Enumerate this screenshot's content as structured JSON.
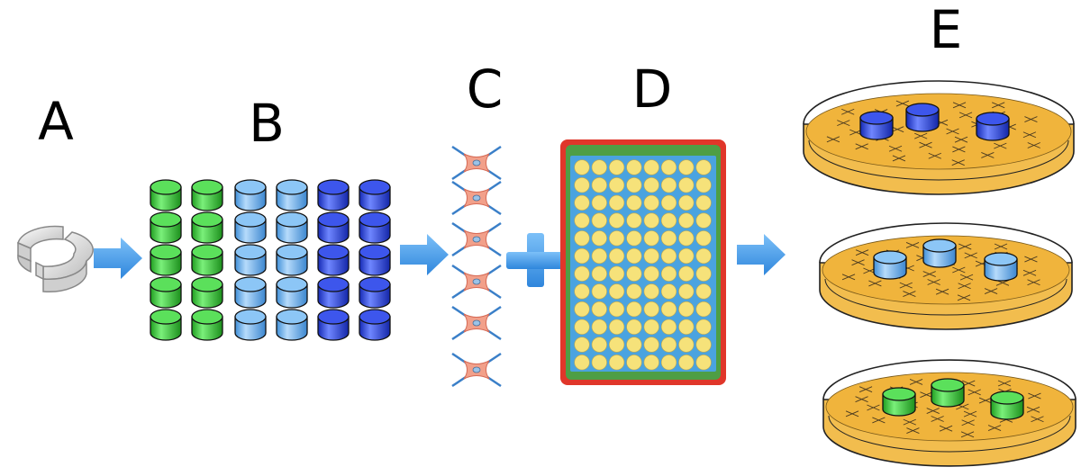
{
  "labels": {
    "a": "A",
    "b": "B",
    "c": "C",
    "d": "D",
    "e": "E"
  },
  "colors": {
    "arrow": "#4aa3f0",
    "disc_green": "#3fd33f",
    "disc_light_blue": "#6fb3ef",
    "disc_dark_blue": "#2741e0",
    "plate_border_red": "#e0362a",
    "plate_green": "#4e9e45",
    "plate_blue": "#4aa3e0",
    "well_yellow": "#f6e27a",
    "dish_agar": "#f2bd4e",
    "cell_body": "#f2a08a"
  },
  "grid": {
    "rows": 5,
    "columns": [
      "green",
      "green",
      "light-blue",
      "light-blue",
      "dark-blue",
      "dark-blue"
    ]
  },
  "plate": {
    "rows": 12,
    "columns": 8
  },
  "dishes": [
    "dark-blue",
    "light-blue",
    "green"
  ]
}
